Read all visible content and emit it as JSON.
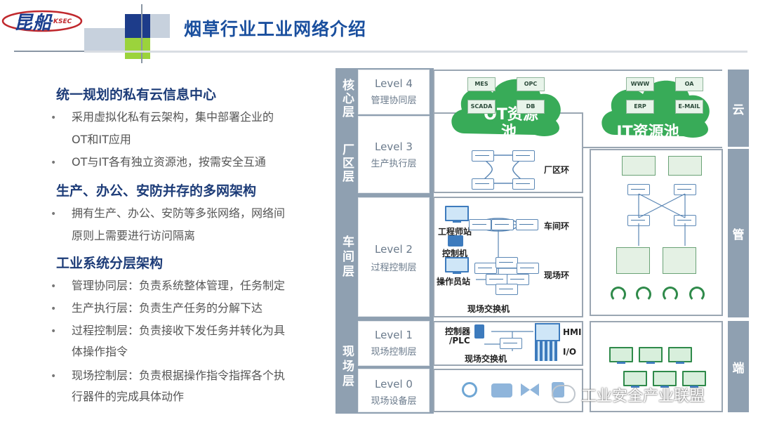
{
  "logo": {
    "text": "昆船",
    "subtext": "KSEC"
  },
  "title": "烟草行业工业网络介绍",
  "left": {
    "sections": [
      {
        "heading": "统一规划的私有云信息中心",
        "bullets": [
          "采用虚拟化私有云架构，集中部署企业的",
          "OT和IT应用",
          "OT与IT各有独立资源池，按需安全互通"
        ]
      },
      {
        "heading": "生产、办公、安防并存的多网架构",
        "bullets": [
          "拥有生产、办公、安防等多张网络，网络间",
          "原则上需要进行访问隔离"
        ]
      },
      {
        "heading": "工业系统分层架构",
        "bullets": [
          "管理协同层：负责系统整体管理，任务制定",
          "生产执行层：负责生产任务的分解下达",
          "过程控制层：负责接收下发任务并转化为具",
          "体操作指令",
          "现场控制层：负责根据操作指令指挥各个执",
          "行器件的完成具体动作"
        ]
      }
    ]
  },
  "diagram": {
    "bands": [
      "核心层",
      "厂区层",
      "车间层",
      "现场层"
    ],
    "levels": [
      {
        "level": "Level 4",
        "name": "管理协同层"
      },
      {
        "level": "Level 3",
        "name": "生产执行层"
      },
      {
        "level": "Level 2",
        "name": "过程控制层"
      },
      {
        "level": "Level 1",
        "name": "现场控制层"
      },
      {
        "level": "Level 0",
        "name": "现场设备层"
      }
    ],
    "ot_cloud": {
      "label_line1": "OT资源",
      "label_line2": "池",
      "apps": [
        "MES",
        "OPC",
        "SCADA",
        "DB"
      ]
    },
    "it_cloud": {
      "label": "IT资源池",
      "apps": [
        "WWW",
        "OA",
        "ERP",
        "E-MAIL"
      ]
    },
    "labels": {
      "factory_ring": "厂区环",
      "workshop_ring": "车间环",
      "field_ring": "现场环",
      "engineer_station": "工程师站",
      "controller": "控制机",
      "operator_station": "操作员站",
      "field_switch_top": "现场交换机",
      "plc_line1": "控制器",
      "plc_line2": "/PLC",
      "field_switch_bottom": "现场交换机",
      "hmi": "HMI",
      "io": "I/O"
    },
    "right_side": [
      "云",
      "管",
      "端"
    ]
  },
  "watermark": "工业安全产业联盟"
}
